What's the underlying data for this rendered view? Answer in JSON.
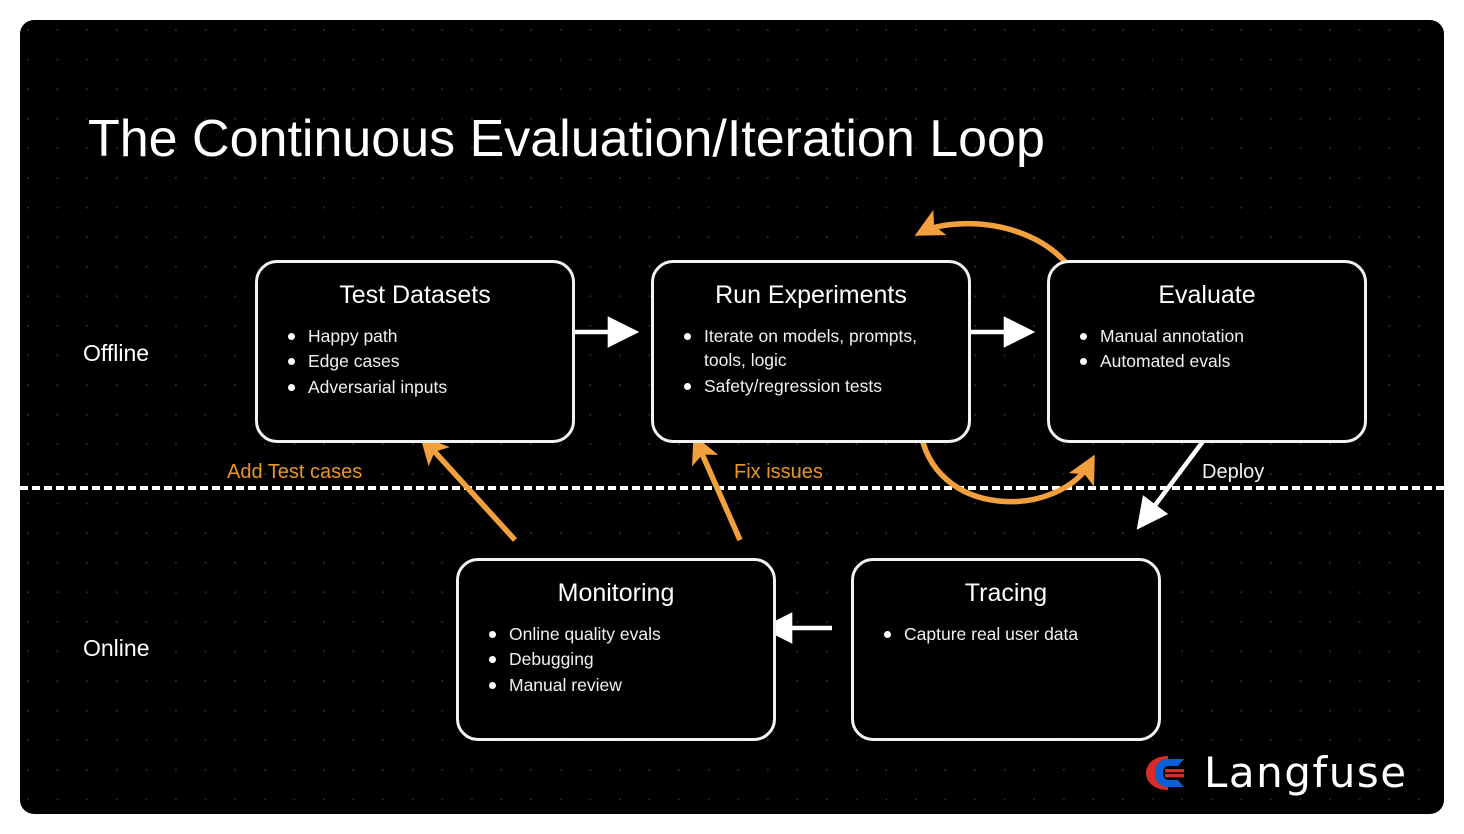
{
  "title": "The Continuous Evaluation/Iteration Loop",
  "lanes": {
    "offline": "Offline",
    "online": "Online"
  },
  "colors": {
    "background": "#000000",
    "page": "#ffffff",
    "node_border": "#f2f2f2",
    "text": "#ffffff",
    "accent_orange": "#e8962f",
    "logo_red": "#d72b27",
    "logo_blue": "#0a5fd6"
  },
  "nodes": [
    {
      "id": "test-datasets",
      "title": "Test Datasets",
      "bullets": [
        "Happy path",
        "Edge cases",
        "Adversarial inputs"
      ]
    },
    {
      "id": "run-experiments",
      "title": "Run Experiments",
      "bullets": [
        "Iterate on models, prompts, tools, logic",
        "Safety/regression tests"
      ]
    },
    {
      "id": "evaluate",
      "title": "Evaluate",
      "bullets": [
        "Manual annotation",
        "Automated evals"
      ]
    },
    {
      "id": "monitoring",
      "title": "Monitoring",
      "bullets": [
        "Online quality evals",
        "Debugging",
        "Manual review"
      ]
    },
    {
      "id": "tracing",
      "title": "Tracing",
      "bullets": [
        "Capture real user data"
      ]
    }
  ],
  "edge_labels": {
    "add_test_cases": "Add Test cases",
    "fix_issues": "Fix issues",
    "deploy": "Deploy"
  },
  "logo": {
    "text": "Langfuse",
    "mark": "langfuse-logo-icon"
  }
}
